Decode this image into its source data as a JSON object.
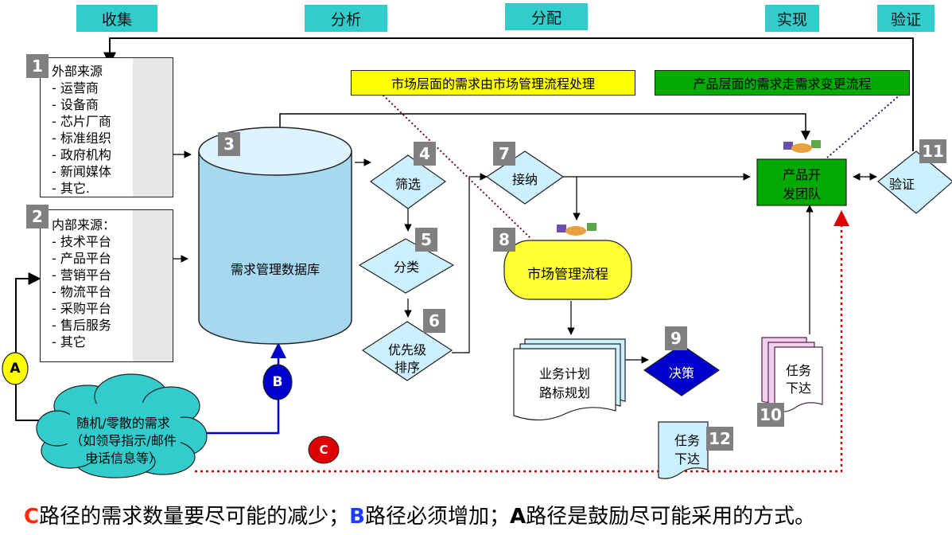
{
  "phases": [
    "收集",
    "分析",
    "分配",
    "实现",
    "验证"
  ],
  "numbers": [
    "1",
    "2",
    "3",
    "4",
    "5",
    "6",
    "7",
    "8",
    "9",
    "10",
    "11",
    "12"
  ],
  "external_sources": {
    "title": "外部来源",
    "items": [
      "- 运营商",
      "- 设备商",
      "- 芯片厂商",
      "- 标准组织",
      "- 政府机构",
      "- 新闻媒体",
      "- 其它."
    ]
  },
  "internal_sources": {
    "title": "内部来源：",
    "items": [
      "- 技术平台",
      "- 产品平台",
      "- 营销平台",
      "- 物流平台",
      "- 采购平台",
      "- 售后服务",
      "- 其它"
    ]
  },
  "database_label": "需求管理数据库",
  "steps": {
    "filter": "筛选",
    "classify": "分类",
    "priority_line1": "优先级",
    "priority_line2": "排序",
    "accept": "接纳",
    "market_process": "市场管理流程",
    "plan_line1": "业务计划",
    "plan_line2": "路标规划",
    "decision": "决策",
    "dev_team_line1": "产品开",
    "dev_team_line2": "发团队",
    "verify": "验证",
    "task10_line1": "任务",
    "task10_line2": "下达",
    "task12_line1": "任务",
    "task12_line2": "下达"
  },
  "callouts": {
    "market_level": "市场层面的需求由市场管理流程处理",
    "product_level": "产品层面的需求走需求变更流程"
  },
  "random_demand": {
    "line1": "随机/零散的需求",
    "line2": "（如领导指示/邮件",
    "line3": "电话信息等）"
  },
  "paths": {
    "a": "A",
    "b": "B",
    "c": "C"
  },
  "bottom_note": {
    "c_letter": "C",
    "c_text": "路径的需求数量要尽可能的减少；",
    "b_letter": "B",
    "b_text": "路径必须增加；",
    "a_letter": "A",
    "a_text": "路径是鼓励尽可能采用的方式。"
  },
  "colors": {
    "phase_bg": "#33cccc",
    "yellow_callout": "#ffff00",
    "green_callout": "#00aa00",
    "database": "#a6d8f0",
    "diamond": "#ccf0ff",
    "decision": "#0000cc",
    "path_a": "#ffff00",
    "path_b": "#0000cc",
    "path_c": "#dd0000",
    "cloud": "#33cccc"
  }
}
